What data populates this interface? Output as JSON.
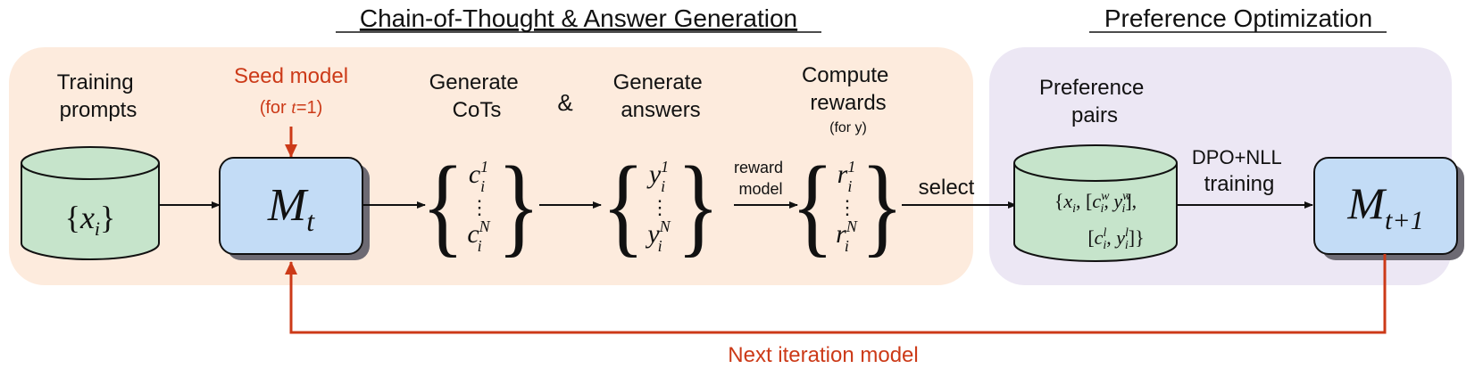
{
  "sections": {
    "cot_title": "Chain-of-Thought & Answer Generation",
    "pref_title": "Preference Optimization"
  },
  "labels": {
    "training_line1": "Training",
    "training_line2": "prompts",
    "seed_line1": "Seed model",
    "seed_line2_pre": "(for ",
    "seed_line2_t": "t",
    "seed_line2_post": "=1)",
    "gen_cots_line1": "Generate",
    "gen_cots_line2": "CoTs",
    "ampersand": "&",
    "gen_ans_line1": "Generate",
    "gen_ans_line2": "answers",
    "compute_line1": "Compute",
    "compute_line2": "rewards",
    "compute_line3": "(for y)",
    "reward_model_line1": "reward",
    "reward_model_line2": "model",
    "select": "select",
    "pref_pairs_line1": "Preference",
    "pref_pairs_line2": "pairs",
    "dpo_line1": "DPO+NLL",
    "dpo_line2": "training",
    "next_iteration": "Next iteration model"
  },
  "math": {
    "prompts_db": "{x_i}",
    "model_current_base": "M",
    "model_current_sub": "t",
    "model_next_base": "M",
    "model_next_sub": "t+1",
    "cots_top": "c_i^1",
    "cots_bottom": "c_i^N",
    "answers_top": "y_i^1",
    "answers_bottom": "y_i^N",
    "rewards_top": "r_i^1",
    "rewards_bottom": "r_i^N",
    "vdots": "⋮",
    "pairs_line1": "{x_i, [c_i^w, y_i^w],",
    "pairs_line2": "[c_i^l, y_i^l]}"
  },
  "colors": {
    "cot_panel": "#fdebdd",
    "pref_panel": "#ece7f4",
    "database": "#c6e4cb",
    "model_box": "#c3dcf6",
    "accent_red": "#cc3a18"
  }
}
